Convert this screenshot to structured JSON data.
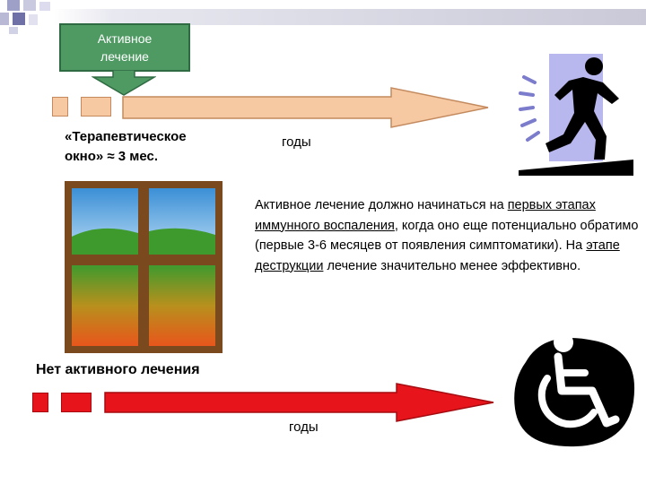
{
  "treatment_box": {
    "line1": "Активное",
    "line2": "лечение"
  },
  "therapeutic_window": {
    "line1": "«Терапевтическое",
    "line2": "окно» ≈ 3 мес."
  },
  "years_label_top": "годы",
  "years_label_bottom": "годы",
  "no_treatment_label": "Нет активного лечения",
  "paragraph": {
    "p1": "Активное лечение должно начинаться на ",
    "u1": "первых этапах иммунного воспаления",
    "p2": ", когда оно еще потенциально обратимо (первые 3-6 месяцев от появления симптоматики). На ",
    "u2": "этапе деструкции",
    "p3": " лечение значительно менее эффективно."
  },
  "colors": {
    "orange_arrow": "#f6c9a3",
    "red_arrow": "#e8141b",
    "green_box": "#4f9a63",
    "window_frame": "#7a4a1e"
  },
  "icons": [
    "running-person-icon",
    "wheelchair-icon",
    "window-illustration"
  ]
}
